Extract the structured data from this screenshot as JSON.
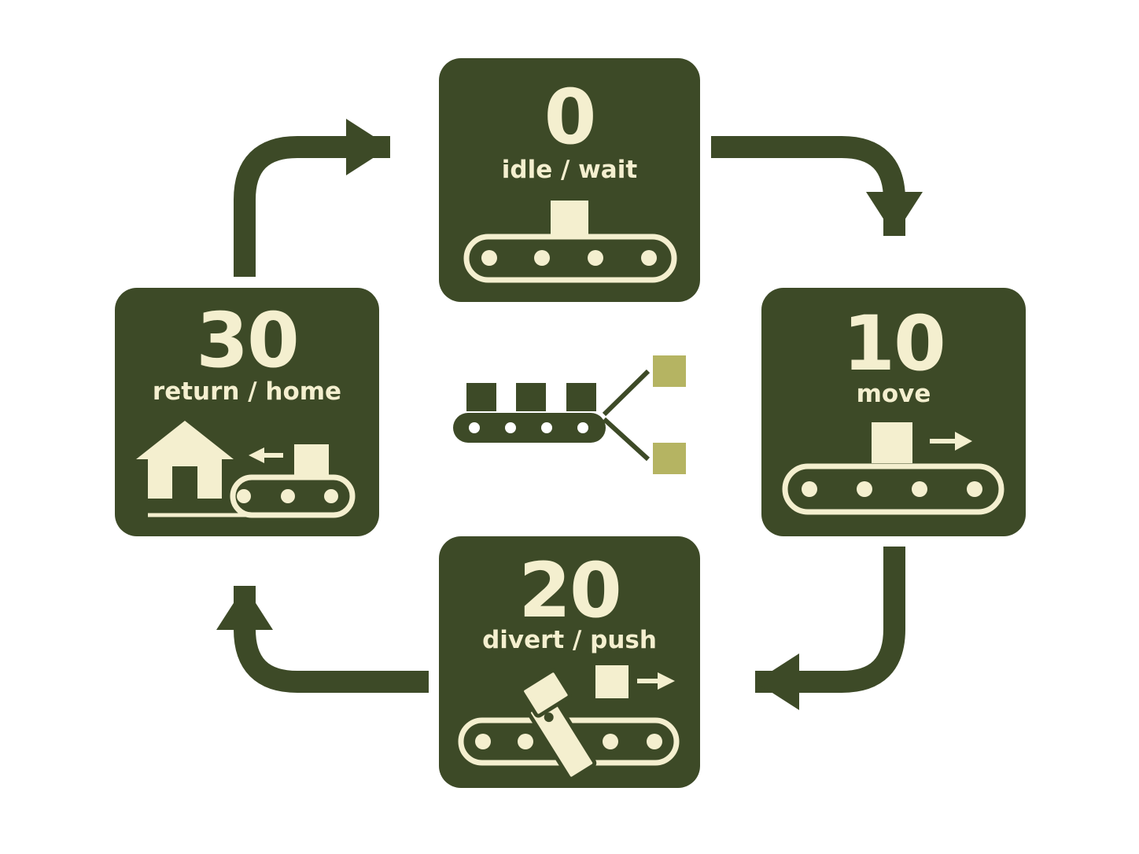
{
  "colors": {
    "box": "#3d4a27",
    "ink": "#f4efcf",
    "arrow": "#3d4a27",
    "accent": "#b5b462"
  },
  "states": [
    {
      "id": "s0",
      "number": "0",
      "label": "idle / wait",
      "icon": "conveyor-idle-icon"
    },
    {
      "id": "s10",
      "number": "10",
      "label": "move",
      "icon": "conveyor-move-icon"
    },
    {
      "id": "s20",
      "number": "20",
      "label": "divert / push",
      "icon": "conveyor-divert-icon"
    },
    {
      "id": "s30",
      "number": "30",
      "label": "return / home",
      "icon": "conveyor-return-home-icon"
    }
  ],
  "transitions": [
    {
      "from": "0",
      "to": "10"
    },
    {
      "from": "10",
      "to": "20"
    },
    {
      "from": "20",
      "to": "30"
    },
    {
      "from": "30",
      "to": "0"
    }
  ],
  "center_icon": "conveyor-sorter-icon"
}
